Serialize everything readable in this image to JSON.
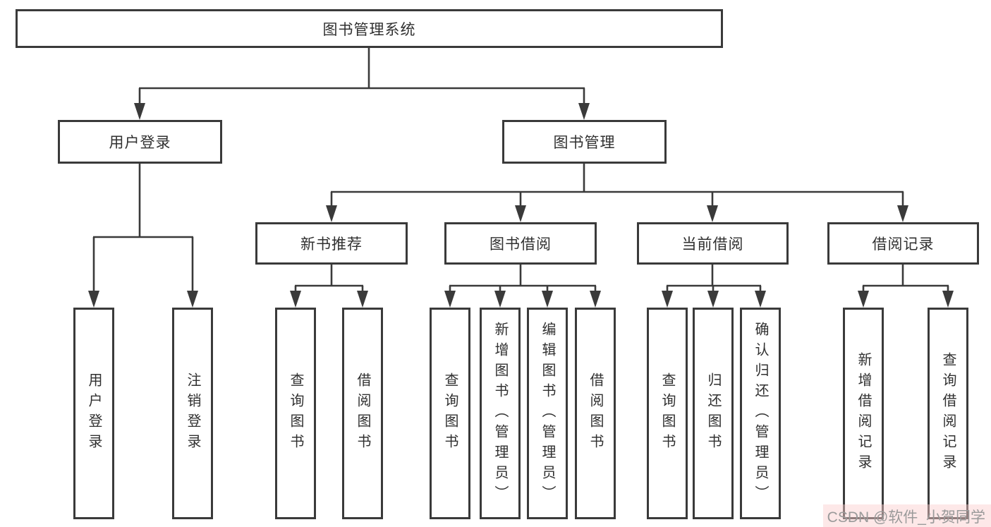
{
  "diagram": {
    "title": "图书管理系统",
    "root": {
      "label": "图书管理系统"
    },
    "level2": [
      {
        "label": "用户登录"
      },
      {
        "label": "图书管理"
      }
    ],
    "level3": [
      {
        "label": "新书推荐"
      },
      {
        "label": "图书借阅"
      },
      {
        "label": "当前借阅"
      },
      {
        "label": "借阅记录"
      }
    ],
    "leaves": {
      "user_login": [
        {
          "label": "用户登录"
        },
        {
          "label": "注销登录"
        }
      ],
      "new_books": [
        {
          "label": "查询图书"
        },
        {
          "label": "借阅图书"
        }
      ],
      "book_borrow": [
        {
          "label": "查询图书"
        },
        {
          "label": "新增图书（管理员）"
        },
        {
          "label": "编辑图书（管理员）"
        },
        {
          "label": "借阅图书"
        }
      ],
      "current_borrow": [
        {
          "label": "查询图书"
        },
        {
          "label": "归还图书"
        },
        {
          "label": "确认归还（管理员）"
        }
      ],
      "borrow_records": [
        {
          "label": "新增借阅记录"
        },
        {
          "label": "查询借阅记录"
        }
      ]
    }
  },
  "watermark": {
    "text": "CSDN @软件_小贺同学"
  },
  "colors": {
    "line": "#3a3a3a",
    "box_border": "#3a3a3a",
    "box_fill": "#ffffff",
    "text": "#303030",
    "watermark_text": "#9a9a9a",
    "watermark_bg": "#facdcd"
  }
}
